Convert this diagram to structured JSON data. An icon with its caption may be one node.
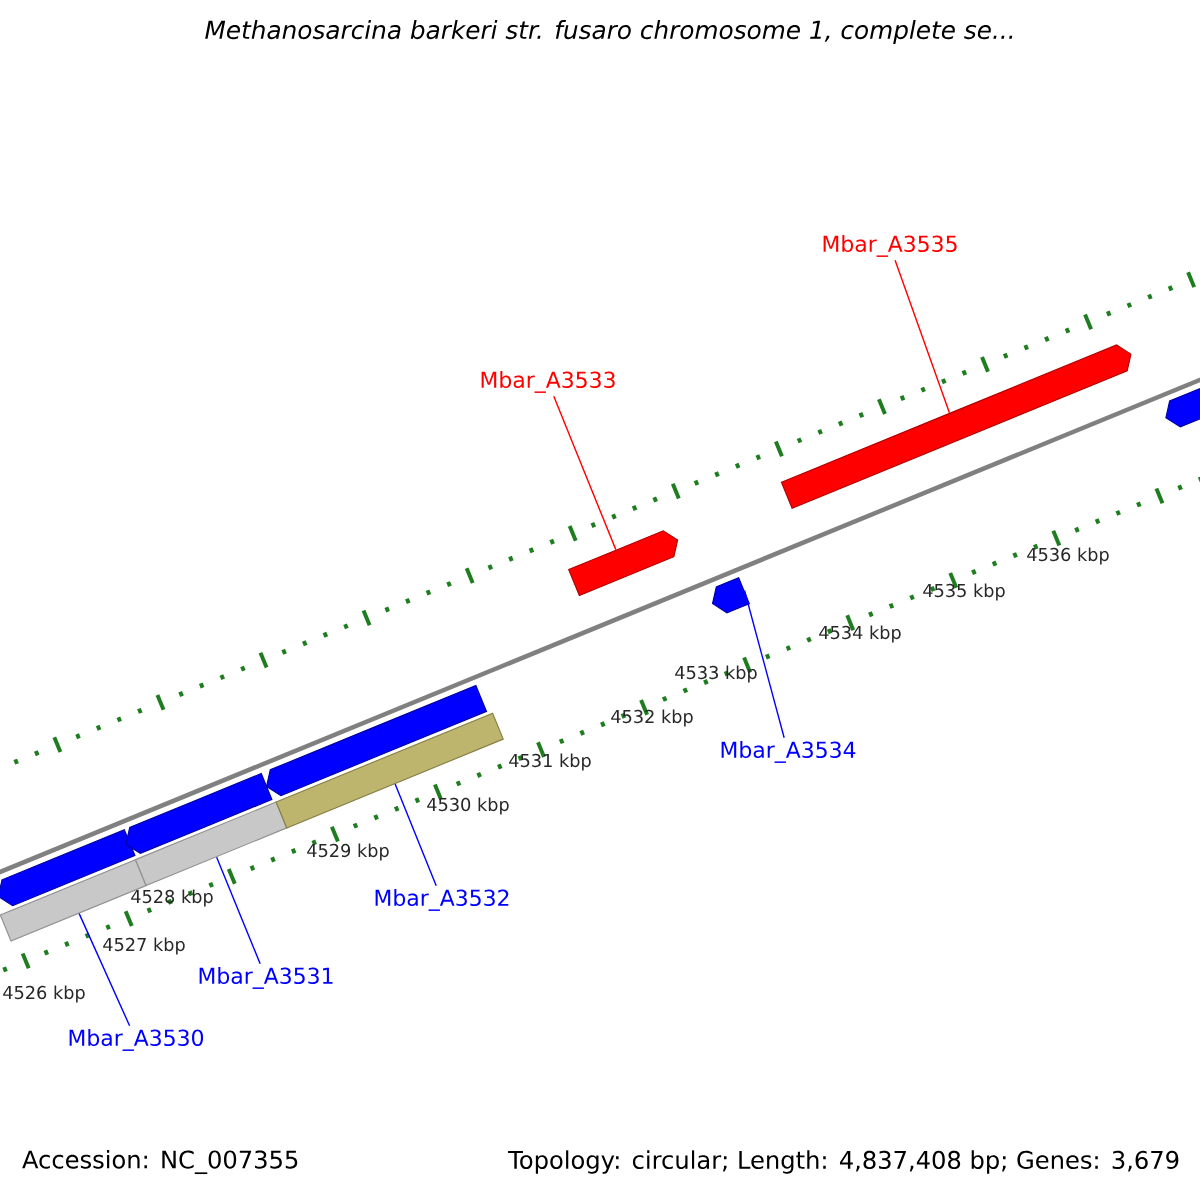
{
  "diagram": {
    "title": "Methanosarcina barkeri str. fusaro chromosome 1, complete se...",
    "nodes": [
      {
        "text": [
          "Mbar_A3535"
        ]
      },
      {
        "text": [
          "Mbar_A3533"
        ]
      },
      {
        "text": [
          "Mbar_A3534"
        ]
      },
      {
        "text": [
          "Mbar_A3532"
        ]
      },
      {
        "text": [
          "Mbar_A3531"
        ]
      },
      {
        "text": [
          "Mbar_A3530"
        ]
      },
      {
        "text": [],
        "shape": "bar"
      },
      {
        "text": [],
        "shape": "arrow"
      },
      {
        "text": [],
        "shape": "bar"
      },
      {
        "text": [],
        "shape": "arrow"
      },
      {
        "text": [],
        "shape": "bar"
      },
      {
        "text": [],
        "shape": "arrow"
      },
      {
        "text": [],
        "shape": "arrow"
      },
      {
        "text": [],
        "shape": "arrow"
      },
      {
        "text": [],
        "shape": "arrow"
      },
      {
        "text": [],
        "shape": "arrow"
      }
    ],
    "edges": [
      {
        "from": 0,
        "to": 14,
        "arrow": "none",
        "color": "#ff0000"
      },
      {
        "from": 1,
        "to": 12,
        "arrow": "none",
        "color": "#ff0000"
      },
      {
        "from": 2,
        "to": 13,
        "arrow": "none"
      },
      {
        "from": 3,
        "to": 10,
        "arrow": "none"
      },
      {
        "from": 4,
        "to": 8,
        "arrow": "none"
      },
      {
        "from": 5,
        "to": 6,
        "arrow": "none"
      }
    ],
    "labels": [
      "4526 kbp",
      "4527 kbp",
      "4528 kbp",
      "4529 kbp",
      "4530 kbp",
      "4531 kbp",
      "4532 kbp",
      "4533 kbp",
      "4534 kbp",
      "4535 kbp",
      "4536 kbp",
      "Accession: NC_007355",
      "Topology: circular; Length: 4,837,408 bp; Genes: 3,679"
    ]
  }
}
